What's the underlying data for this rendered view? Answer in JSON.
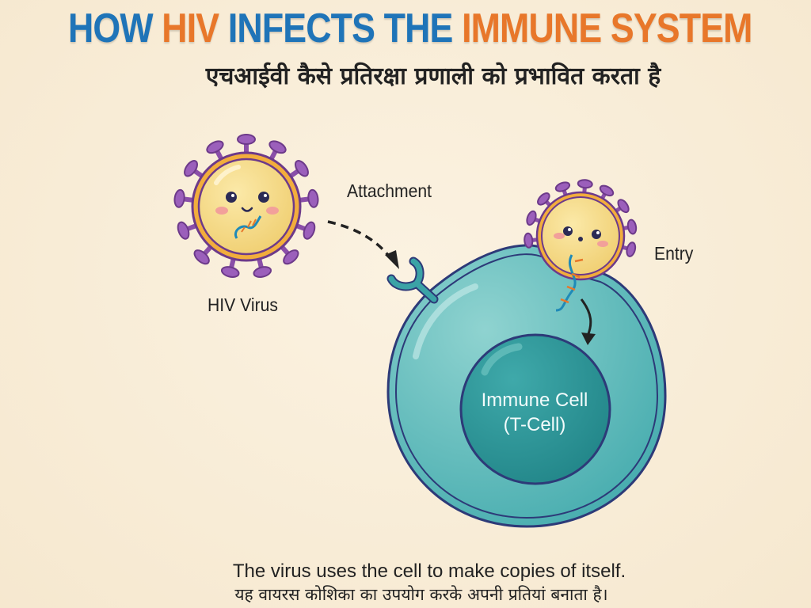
{
  "header": {
    "title_parts": [
      {
        "text": "HOW ",
        "color": "#1f74b8"
      },
      {
        "text": "HIV ",
        "color": "#e8772a"
      },
      {
        "text": "INFECTS THE ",
        "color": "#1f74b8"
      },
      {
        "text": "IMMUNE SYSTEM",
        "color": "#e8772a"
      }
    ],
    "subtitle_hindi": "एचआईवी कैसे प्रतिरक्षा प्रणाली को प्रभावित करता है"
  },
  "diagram": {
    "virus_label": "HIV Virus",
    "attachment_label": "Attachment",
    "entry_label": "Entry",
    "cell_label_line1": "Immune Cell",
    "cell_label_line2": "(T-Cell)"
  },
  "footer": {
    "caption_english": "The virus uses the cell to make copies of itself.",
    "caption_hindi": "यह वायरस कोशिका का उपयोग करके अपनी प्रतियां बनाता है।"
  },
  "colors": {
    "background": "#f8ecd6",
    "title_blue": "#1f74b8",
    "title_orange": "#e8772a",
    "virus_body": "#f7dc8c",
    "virus_ring": "#f2ad3c",
    "spike_purple": "#8a4fa8",
    "cell_teal": "#5fbcbc",
    "nucleus_teal": "#2e9a9c",
    "outline_navy": "#2d3a78"
  }
}
